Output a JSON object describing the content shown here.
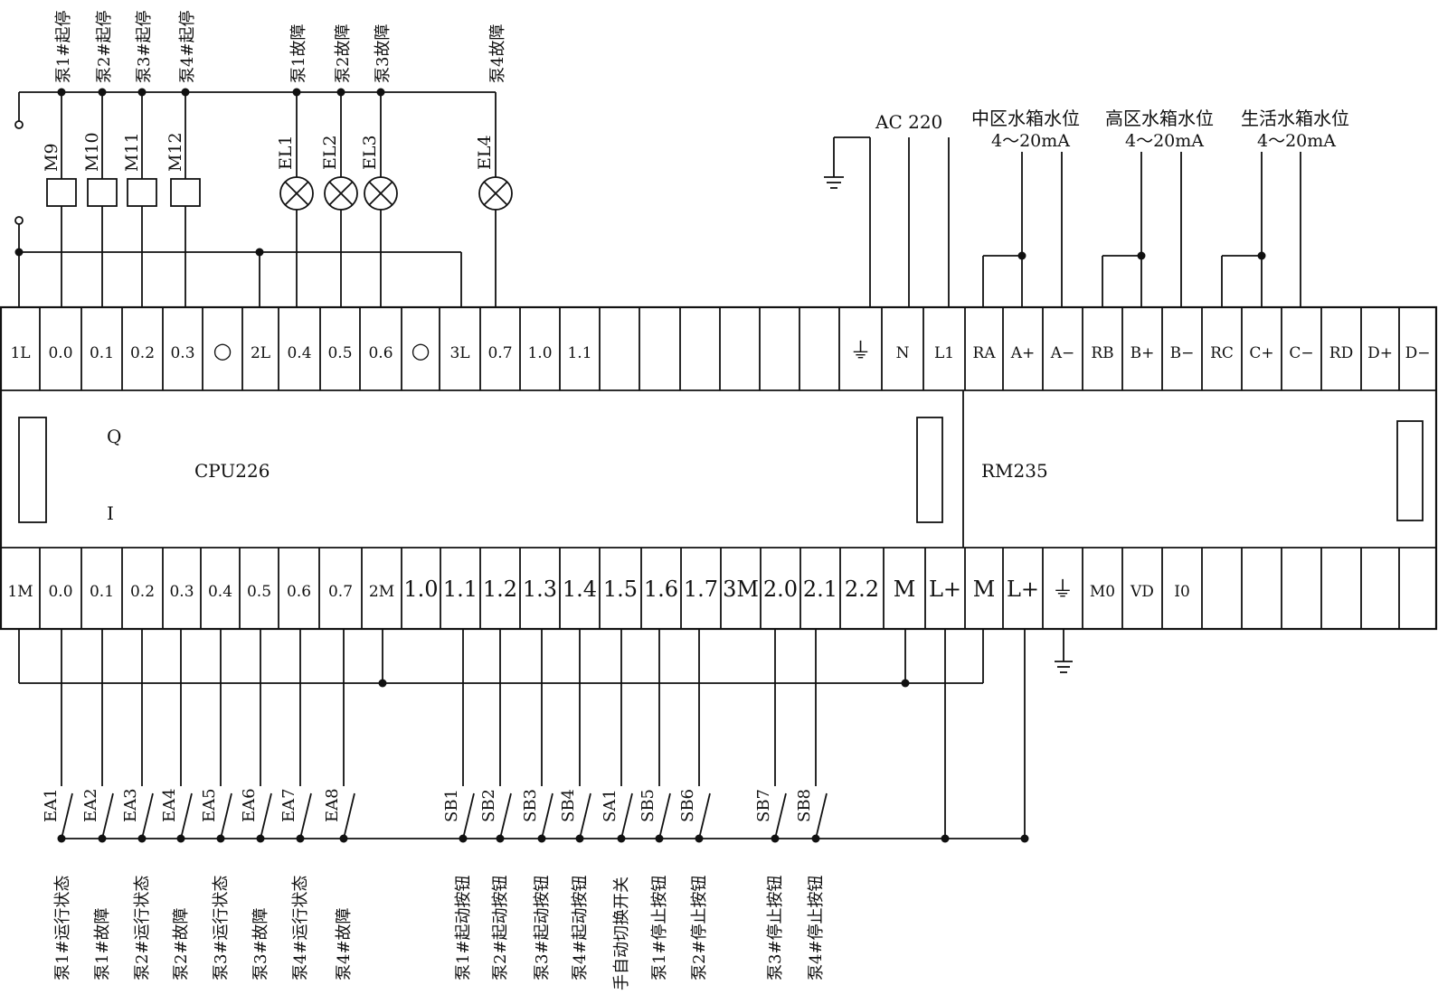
{
  "modules": {
    "cpu": "CPU226",
    "q_label": "Q",
    "i_label": "I",
    "em": "RM235"
  },
  "power": {
    "ac": "AC 220"
  },
  "top_terminals": [
    "1L",
    "0.0",
    "0.1",
    "0.2",
    "0.3",
    "○",
    "2L",
    "0.4",
    "0.5",
    "0.6",
    "○",
    "3L",
    "0.7",
    "1.0",
    "1.1",
    "",
    "",
    "",
    "",
    "",
    "",
    "⏚",
    "N",
    "L1",
    "RA",
    "A+",
    "A−",
    "RB",
    "B+",
    "B−",
    "RC",
    "C+",
    "C−",
    "RD",
    "D+",
    "D−"
  ],
  "bottom_terminals": [
    "1M",
    "0.0",
    "0.1",
    "0.2",
    "0.3",
    "0.4",
    "0.5",
    "0.6",
    "0.7",
    "2M",
    "1.0",
    "1.1",
    "1.2",
    "1.3",
    "1.4",
    "1.5",
    "1.6",
    "1.7",
    "3M",
    "2.0",
    "2.1",
    "2.2",
    "M",
    "L+",
    "M",
    "L+",
    "⏚",
    "M0",
    "VD",
    "I0",
    "",
    "",
    "",
    "",
    "",
    ""
  ],
  "relays": [
    "M9",
    "M10",
    "M11",
    "M12"
  ],
  "lamps": [
    "EL1",
    "EL2",
    "EL3",
    "EL4"
  ],
  "output_labels": [
    "泵1#起停",
    "泵2#起停",
    "泵3#起停",
    "泵4#起停",
    "泵1故障",
    "泵2故障",
    "泵3故障",
    "泵4故障"
  ],
  "analog": [
    {
      "name": "中区水箱水位",
      "range": "4～20mA"
    },
    {
      "name": "高区水箱水位",
      "range": "4～20mA"
    },
    {
      "name": "生活水箱水位",
      "range": "4～20mA"
    }
  ],
  "switches": [
    "EA1",
    "EA2",
    "EA3",
    "EA4",
    "EA5",
    "EA6",
    "EA7",
    "EA8",
    "SB1",
    "SB2",
    "SB3",
    "SB4",
    "SA1",
    "SB5",
    "SB6",
    "SB7",
    "SB8"
  ],
  "input_labels": [
    "泵1#运行状态",
    "泵1#故障",
    "泵2#运行状态",
    "泵2#故障",
    "泵3#运行状态",
    "泵3#故障",
    "泵4#运行状态",
    "泵4#故障",
    "泵1#起动按钮",
    "泵2#起动按钮",
    "泵3#起动按钮",
    "泵4#起动按钮",
    "手自动切换开关",
    "泵1#停止按钮",
    "泵2#停止按钮",
    "泵3#停止按钮",
    "泵4#停止按钮"
  ]
}
